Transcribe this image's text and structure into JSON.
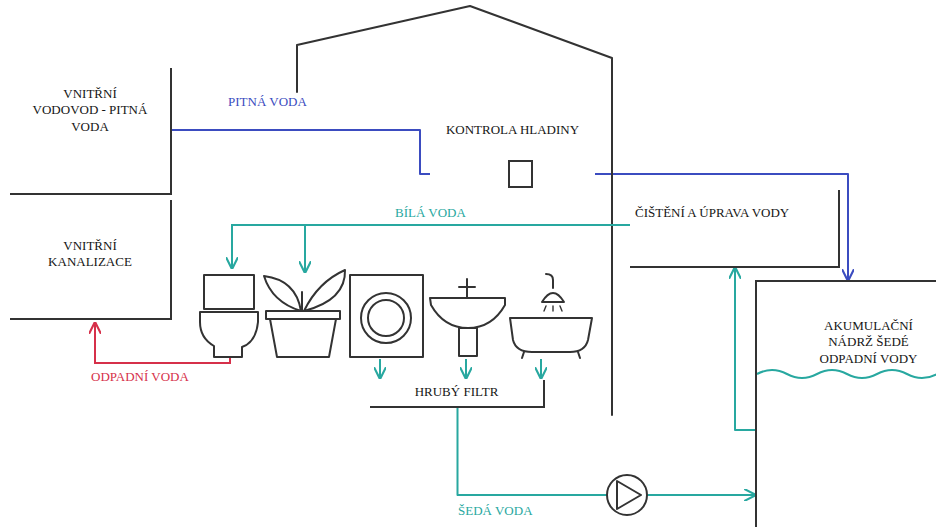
{
  "diagram": {
    "nodes": [
      {
        "text": [
          "VNITŘNÍ VODOVOD - PITNÁ VODA"
        ]
      },
      {
        "text": [
          "VNITŘNÍ KANALIZACE"
        ]
      },
      {
        "text": [
          "KONTROLA HLADINY"
        ]
      },
      {
        "text": [
          "ČIŠTĚNÍ A ÚPRAVA VODY"
        ]
      },
      {
        "text": [
          "HRUBÝ FILTR"
        ]
      },
      {
        "text": [
          "AKUMULAČNÍ NÁDRŽ ŠEDÉ ODPADNÍ VODY"
        ]
      }
    ],
    "edges": [
      {
        "from": 0,
        "to": 2,
        "label": "PITNÁ VODA",
        "arrow": "none"
      },
      {
        "from": 2,
        "to": 5,
        "arrow": "to"
      },
      {
        "from": 5,
        "to": 3,
        "arrow": "to"
      },
      {
        "from": 4,
        "to": 5,
        "label": "ŠEDÁ VODA",
        "arrow": "to"
      }
    ],
    "labels": [
      "BÍLÁ VODA",
      "ODPADNÍ VODA"
    ]
  }
}
